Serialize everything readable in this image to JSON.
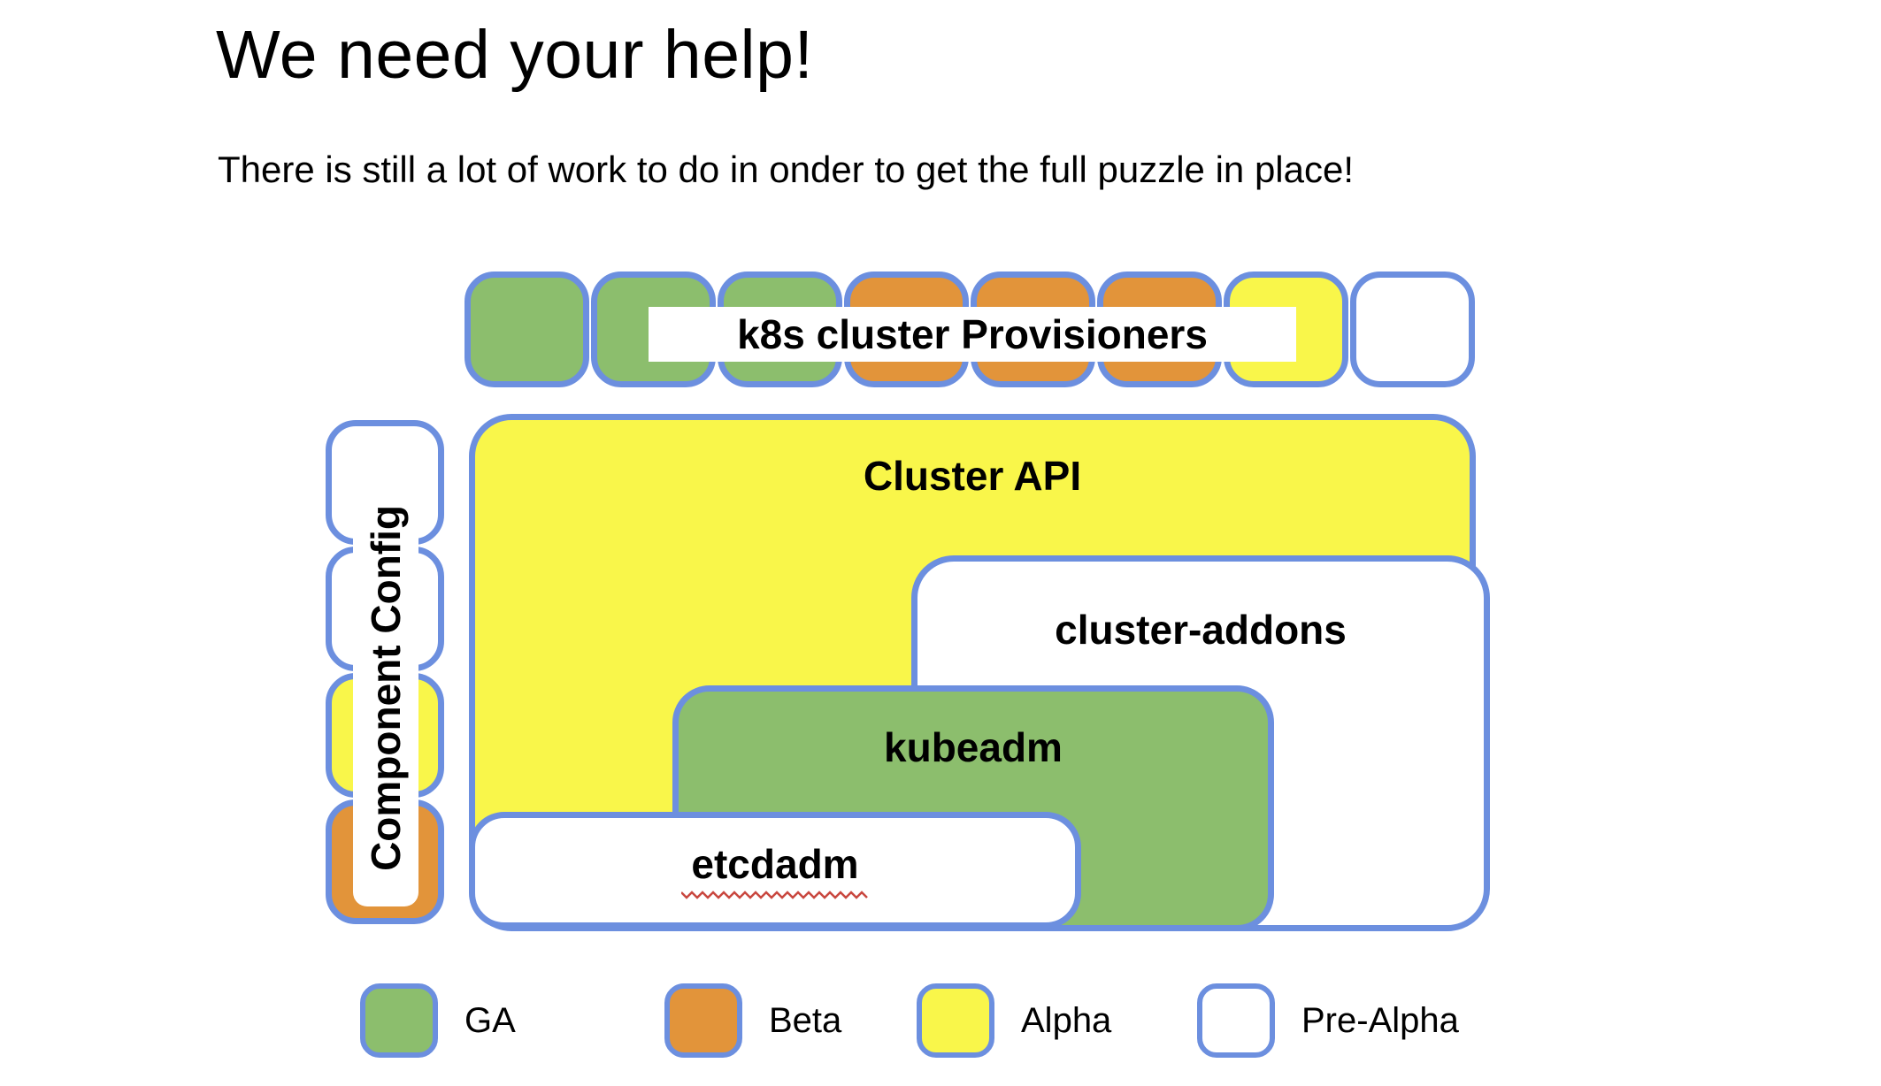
{
  "title": "We need your help!",
  "subtitle": "There is still a lot of work to do in onder to get the full puzzle in place!",
  "diagram": {
    "provisioners": {
      "label": "k8s cluster Provisioners",
      "squares": [
        "ga",
        "ga",
        "ga",
        "beta",
        "beta",
        "beta",
        "alpha",
        "prealpha"
      ]
    },
    "component_config": {
      "label": "Component Config",
      "squares": [
        "prealpha",
        "prealpha",
        "alpha",
        "beta"
      ]
    },
    "boxes": {
      "cluster_api": {
        "label": "Cluster API",
        "status": "alpha"
      },
      "cluster_addons": {
        "label": "cluster-addons",
        "status": "prealpha"
      },
      "kubeadm": {
        "label": "kubeadm",
        "status": "ga"
      },
      "etcdadm": {
        "label": "etcdadm",
        "status": "prealpha",
        "spellcheck_underline": true
      }
    }
  },
  "legend": [
    {
      "label": "GA",
      "status": "ga"
    },
    {
      "label": "Beta",
      "status": "beta"
    },
    {
      "label": "Alpha",
      "status": "alpha"
    },
    {
      "label": "Pre-Alpha",
      "status": "prealpha"
    }
  ],
  "colors": {
    "ga": "#8CBE6D",
    "beta": "#E2943A",
    "alpha": "#F9F64A",
    "prealpha": "#FFFFFF",
    "border": "#6C8FDF",
    "squiggle": "#C9473F",
    "text": "#000000"
  }
}
